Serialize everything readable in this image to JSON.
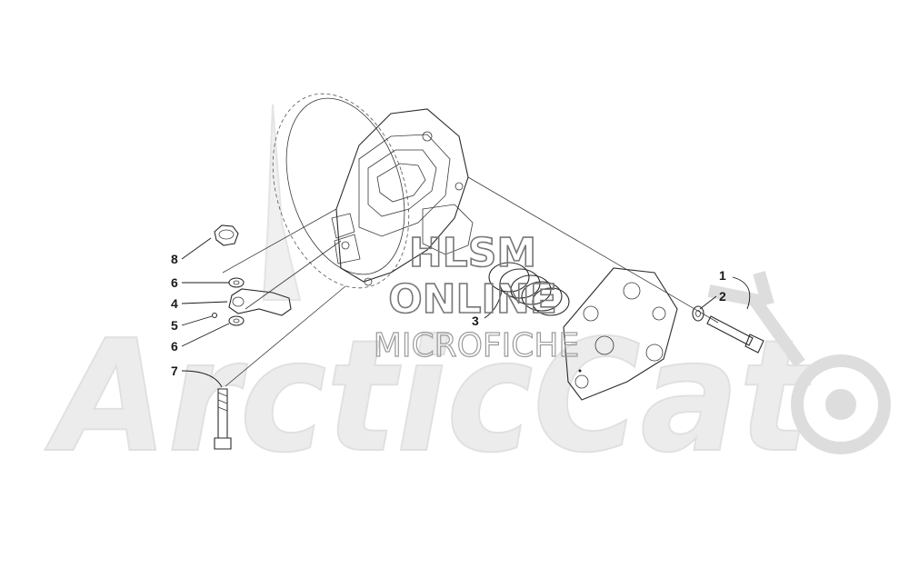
{
  "watermark": {
    "line1": "HLSM",
    "line2": "ONLINE",
    "line3": "MICROFICHE",
    "brand": "ArcticCat",
    "color_outline": "#8a8a8a",
    "color_brand": "#e6e6e6"
  },
  "callouts": [
    {
      "id": "1",
      "label": "1"
    },
    {
      "id": "2",
      "label": "2"
    },
    {
      "id": "3",
      "label": "3"
    },
    {
      "id": "4",
      "label": "4"
    },
    {
      "id": "5",
      "label": "5"
    },
    {
      "id": "6a",
      "label": "6"
    },
    {
      "id": "6b",
      "label": "6"
    },
    {
      "id": "7",
      "label": "7"
    },
    {
      "id": "8",
      "label": "8"
    }
  ]
}
